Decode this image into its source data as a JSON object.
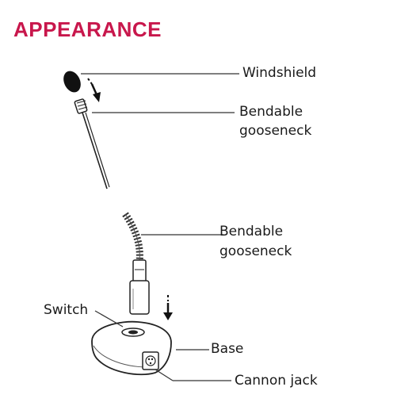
{
  "title": "APPEARANCE",
  "labels": {
    "windshield": "Windshield",
    "gooseneck_top_line1": "Bendable",
    "gooseneck_top_line2": "gooseneck",
    "gooseneck_bottom_line1": "Bendable",
    "gooseneck_bottom_line2": "gooseneck",
    "switch": "Switch",
    "base": "Base",
    "cannon_jack": "Cannon jack"
  },
  "colors": {
    "title": "#c8174c",
    "ink": "#1a1a1a"
  }
}
